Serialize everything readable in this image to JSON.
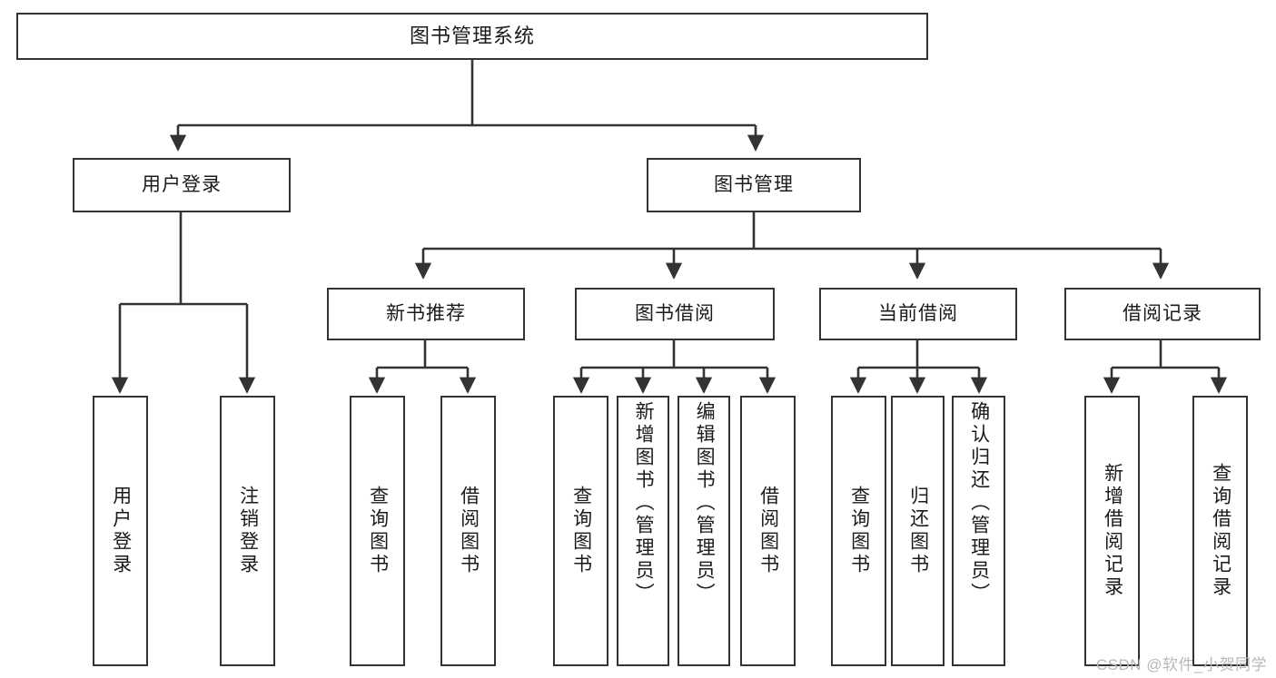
{
  "diagram": {
    "title": "图书管理系统",
    "type": "tree",
    "watermark": "CSDN @软件_小贺同学",
    "colors": {
      "box_border": "#333333",
      "box_fill": "#ffffff",
      "edge": "#333333",
      "text": "#1a1a1a",
      "watermark": "#b8b8b8",
      "background": "#ffffff"
    },
    "nodes": {
      "root": {
        "label": "图书管理系统",
        "level": 0
      },
      "l1": [
        {
          "id": "user-login",
          "label": "用户登录",
          "level": 1
        },
        {
          "id": "book-manage",
          "label": "图书管理",
          "level": 1
        }
      ],
      "l2": [
        {
          "id": "new-book-rec",
          "label": "新书推荐",
          "level": 2,
          "parent": "book-manage"
        },
        {
          "id": "book-borrow",
          "label": "图书借阅",
          "level": 2,
          "parent": "book-manage"
        },
        {
          "id": "current-borrow",
          "label": "当前借阅",
          "level": 2,
          "parent": "book-manage"
        },
        {
          "id": "borrow-record",
          "label": "借阅记录",
          "level": 2,
          "parent": "book-manage"
        }
      ],
      "leaves": [
        {
          "id": "leaf-user-login",
          "label": "用户登录",
          "parent": "user-login"
        },
        {
          "id": "leaf-logout",
          "label": "注销登录",
          "parent": "user-login"
        },
        {
          "id": "leaf-query-book-1",
          "label": "查询图书",
          "parent": "new-book-rec"
        },
        {
          "id": "leaf-borrow-book-1",
          "label": "借阅图书",
          "parent": "new-book-rec"
        },
        {
          "id": "leaf-query-book-2",
          "label": "查询图书",
          "parent": "book-borrow"
        },
        {
          "id": "leaf-add-book",
          "label": "新增图书（管理员）",
          "parent": "book-borrow"
        },
        {
          "id": "leaf-edit-book",
          "label": "编辑图书（管理员）",
          "parent": "book-borrow"
        },
        {
          "id": "leaf-borrow-book-2",
          "label": "借阅图书",
          "parent": "book-borrow"
        },
        {
          "id": "leaf-query-book-3",
          "label": "查询图书",
          "parent": "current-borrow"
        },
        {
          "id": "leaf-return-book",
          "label": "归还图书",
          "parent": "current-borrow"
        },
        {
          "id": "leaf-confirm-return",
          "label": "确认归还（管理员）",
          "parent": "current-borrow"
        },
        {
          "id": "leaf-add-record",
          "label": "新增借阅记录",
          "parent": "borrow-record"
        },
        {
          "id": "leaf-query-record",
          "label": "查询借阅记录",
          "parent": "borrow-record"
        }
      ]
    }
  }
}
